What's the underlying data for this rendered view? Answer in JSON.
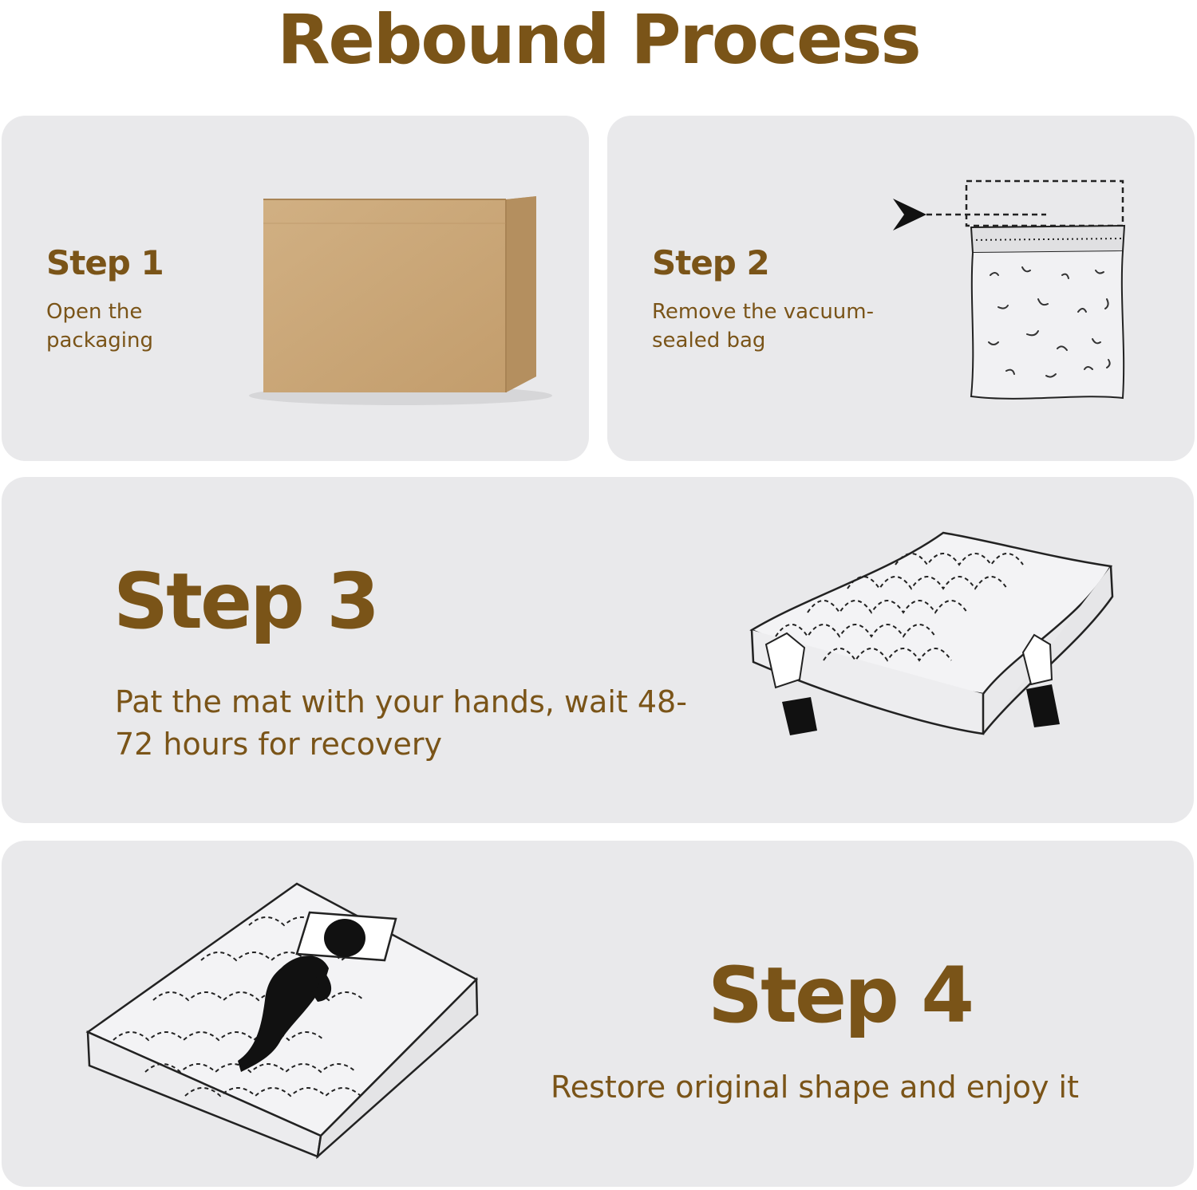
{
  "title": "Rebound Process",
  "colors": {
    "accent": "#7a5418",
    "panel": "#e9e9eb",
    "box": "#c9a779"
  },
  "steps": [
    {
      "label": "Step 1",
      "text": "Open the packaging",
      "icon": "cardboard-box-image"
    },
    {
      "label": "Step 2",
      "text": "Remove the vacuum-sealed bag",
      "icon": "vacuum-bag-icon"
    },
    {
      "label": "Step 3",
      "text": "Pat the mat with your hands, wait 48-72 hours for recovery",
      "icon": "mattress-hands-icon"
    },
    {
      "label": "Step 4",
      "text": "Restore original shape and enjoy it",
      "icon": "mattress-sleeper-icon"
    }
  ]
}
